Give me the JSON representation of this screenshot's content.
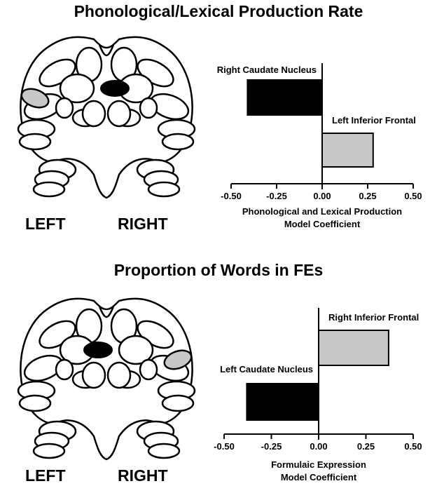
{
  "colors": {
    "negative_bar": "#000000",
    "positive_bar": "#c8c8c8",
    "outline": "#000000"
  },
  "panels": [
    {
      "title": "Phonological/Lexical Production Rate",
      "left_label": "LEFT",
      "right_label": "RIGHT",
      "brain_highlights": {
        "gray_region": "left-lateral-frontal",
        "black_region": "right-caudate"
      }
    },
    {
      "title": "Proportion of Words in FEs",
      "left_label": "LEFT",
      "right_label": "RIGHT",
      "brain_highlights": {
        "gray_region": "right-lateral-frontal",
        "black_region": "left-caudate"
      }
    }
  ],
  "chart_data": [
    {
      "type": "bar",
      "orientation": "horizontal",
      "categories": [
        "Right Caudate Nucleus",
        "Left Inferior Frontal"
      ],
      "values": [
        -0.41,
        0.28
      ],
      "xlabel": "Phonological and Lexical Production\nModel Coefficient",
      "ylabel": "",
      "xlim": [
        -0.5,
        0.5
      ],
      "xticks": [
        "-0.50",
        "-0.25",
        "0.00",
        "0.25",
        "0.50"
      ],
      "grid": false
    },
    {
      "type": "bar",
      "orientation": "horizontal",
      "categories": [
        "Right Inferior Frontal",
        "Left Caudate Nucleus"
      ],
      "values": [
        0.37,
        -0.38
      ],
      "xlabel": "Formulaic Expression\nModel Coefficient",
      "ylabel": "",
      "xlim": [
        -0.5,
        0.5
      ],
      "xticks": [
        "-0.50",
        "-0.25",
        "0.00",
        "0.25",
        "0.50"
      ],
      "grid": false
    }
  ]
}
